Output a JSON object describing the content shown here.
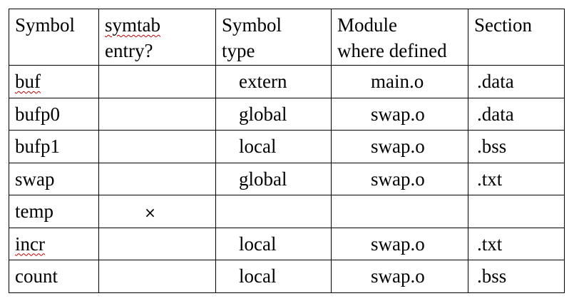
{
  "header": {
    "symbol": "Symbol",
    "symtab_line1": "symtab",
    "symtab_line2": "entry?",
    "type_line1": "Symbol",
    "type_line2": "type",
    "module_line1": "Module",
    "module_line2": "where defined",
    "section": "Section"
  },
  "rows": [
    {
      "symbol": "buf",
      "entry": "",
      "type": "extern",
      "module": "main.o",
      "section": ".data"
    },
    {
      "symbol": "bufp0",
      "entry": "",
      "type": "global",
      "module": "swap.o",
      "section": ".data"
    },
    {
      "symbol": "bufp1",
      "entry": "",
      "type": "local",
      "module": "swap.o",
      "section": ".bss"
    },
    {
      "symbol": "swap",
      "entry": "",
      "type": "global",
      "module": "swap.o",
      "section": ".txt"
    },
    {
      "symbol": "temp",
      "entry": "×",
      "type": "",
      "module": "",
      "section": ""
    },
    {
      "symbol": "incr",
      "entry": "",
      "type": "local",
      "module": "swap.o",
      "section": ".txt"
    },
    {
      "symbol": "count",
      "entry": "",
      "type": "local",
      "module": "swap.o",
      "section": ".bss"
    }
  ]
}
